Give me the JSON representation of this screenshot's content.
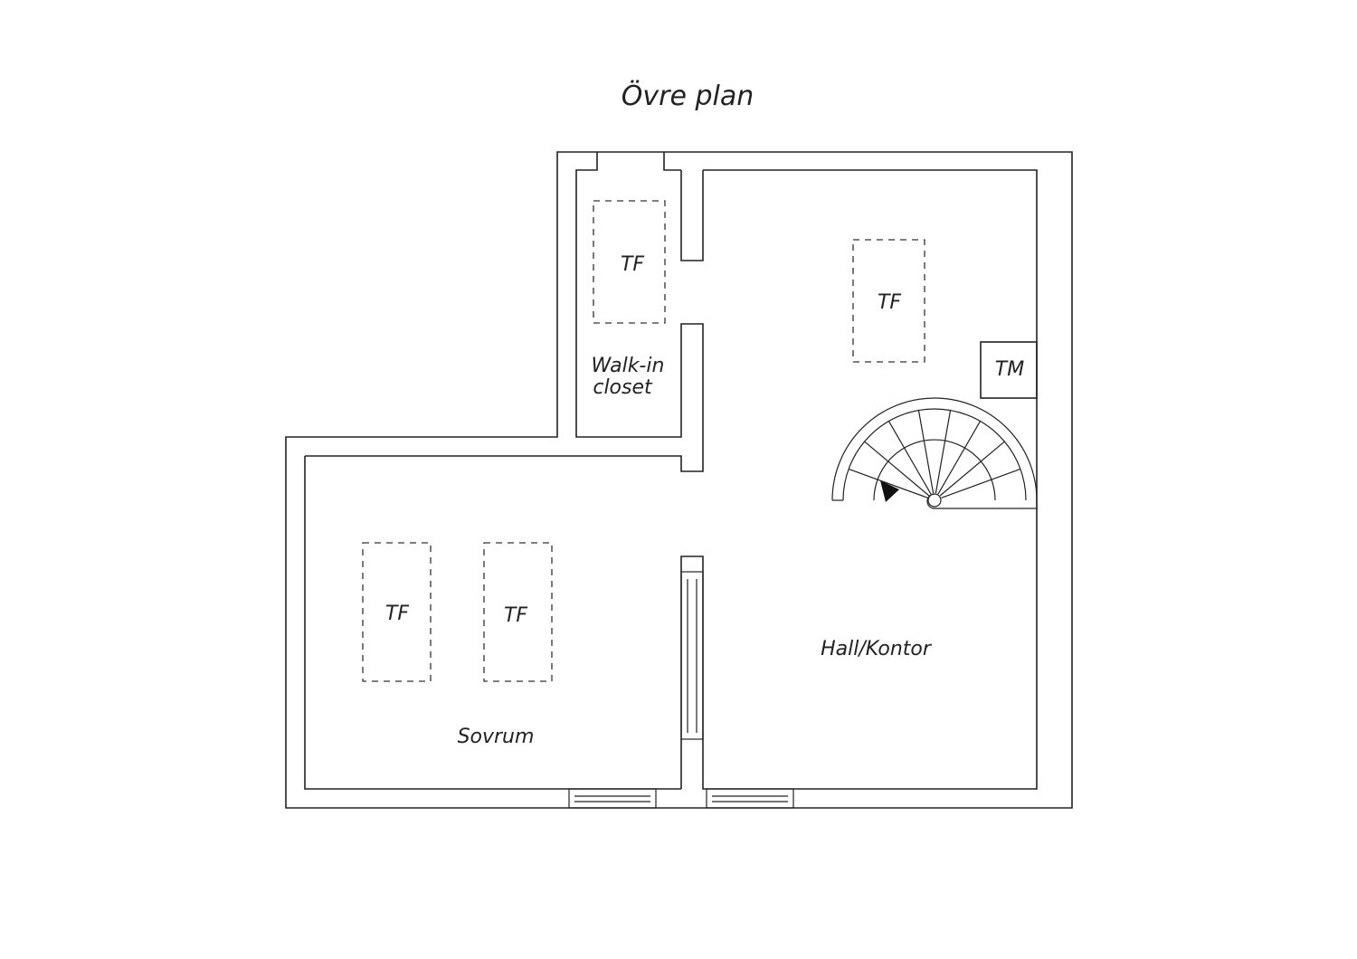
{
  "title": "Övre plan",
  "rooms": {
    "closet_line1": "Walk-in",
    "closet_line2": "closet",
    "hall": "Hall/Kontor",
    "bedroom": "Sovrum"
  },
  "markers": {
    "tf": "TF",
    "tm": "TM"
  }
}
